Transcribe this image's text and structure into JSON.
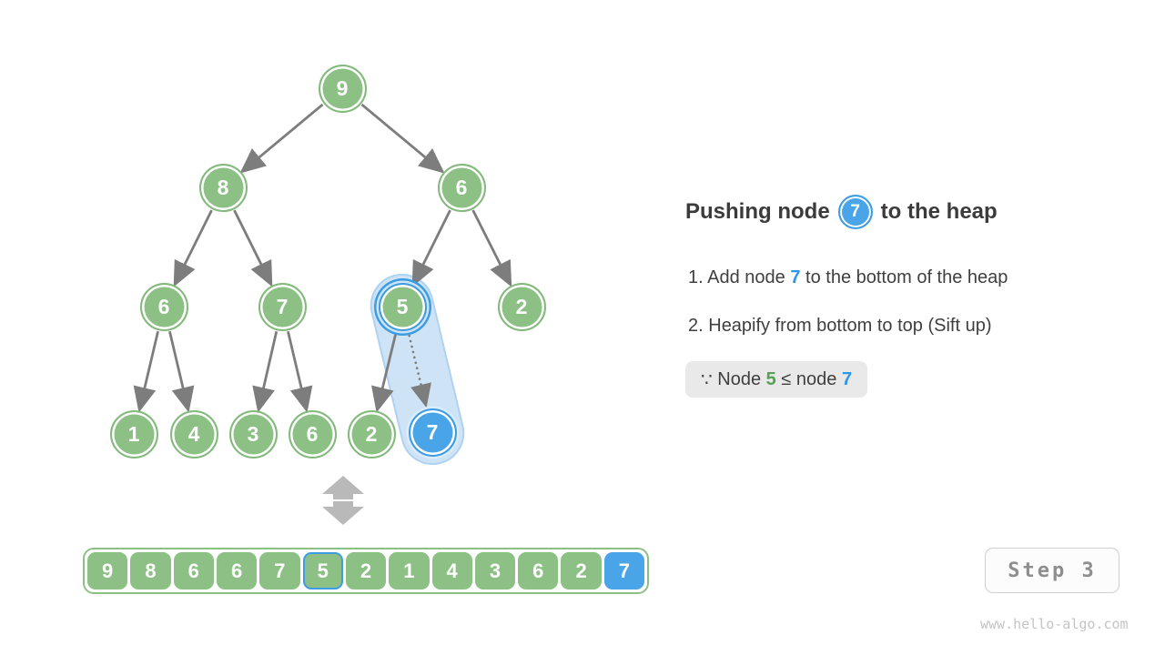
{
  "colors": {
    "node_green": "#8cc085",
    "node_green_border": "#83b97c",
    "node_blue": "#49a4e8",
    "node_blue_border": "#3c9ce4",
    "edge_gray": "#7d7d7d",
    "capsule_fill": "#cfe3f7",
    "capsule_stroke": "#aed2f0",
    "sync_arrow_gray": "#b9b9b9",
    "note_bg": "#e9e9e9",
    "text_dark": "#3b3b3b",
    "value_green": "#55a054",
    "value_blue": "#2d96e8"
  },
  "tree": {
    "nodes": [
      {
        "value": "9",
        "state": "normal"
      },
      {
        "value": "8",
        "state": "normal"
      },
      {
        "value": "6",
        "state": "normal"
      },
      {
        "value": "6",
        "state": "normal"
      },
      {
        "value": "7",
        "state": "normal"
      },
      {
        "value": "5",
        "state": "compare"
      },
      {
        "value": "2",
        "state": "normal"
      },
      {
        "value": "1",
        "state": "normal"
      },
      {
        "value": "4",
        "state": "normal"
      },
      {
        "value": "3",
        "state": "normal"
      },
      {
        "value": "6",
        "state": "normal"
      },
      {
        "value": "2",
        "state": "normal"
      },
      {
        "value": "7",
        "state": "blue"
      }
    ]
  },
  "array": {
    "cells": [
      {
        "value": "9",
        "state": "plain"
      },
      {
        "value": "8",
        "state": "plain"
      },
      {
        "value": "6",
        "state": "plain"
      },
      {
        "value": "6",
        "state": "plain"
      },
      {
        "value": "7",
        "state": "plain"
      },
      {
        "value": "5",
        "state": "outlined"
      },
      {
        "value": "2",
        "state": "plain"
      },
      {
        "value": "1",
        "state": "plain"
      },
      {
        "value": "4",
        "state": "plain"
      },
      {
        "value": "3",
        "state": "plain"
      },
      {
        "value": "6",
        "state": "plain"
      },
      {
        "value": "2",
        "state": "plain"
      },
      {
        "value": "7",
        "state": "blue"
      }
    ]
  },
  "panel": {
    "title": {
      "before": "Pushing node",
      "circle_value": "7",
      "after": "to the heap"
    },
    "steps": [
      {
        "marker": "1.",
        "before": " Add node ",
        "value": "7",
        "after": " to the bottom of the heap"
      },
      {
        "marker": "2.",
        "before": " Heapify from bottom to top (Sift up)",
        "value": "",
        "after": ""
      }
    ],
    "note": {
      "symbol": "∵",
      "before": " Node ",
      "value1": "5",
      "middle": " ≤ node ",
      "value2": "7"
    }
  },
  "badge": {
    "label": "Step 3"
  },
  "watermark": "www.hello-algo.com"
}
